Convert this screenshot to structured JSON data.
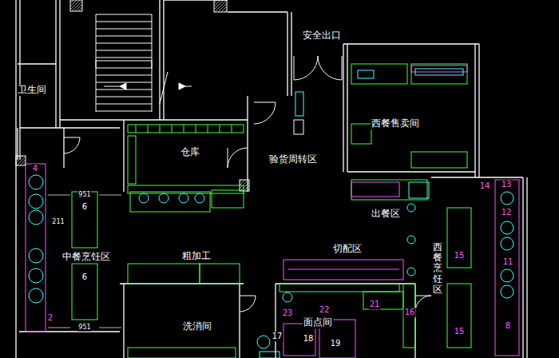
{
  "diagram": {
    "labels": [
      "安全出口",
      "卫生间",
      "仓库",
      "验货周转区",
      "西餐售卖间",
      "出餐区",
      "中餐烹饪区",
      "粗加工",
      "切配区",
      "西餐烹饪区",
      "洗消间",
      "面点间",
      "4",
      "6",
      "951",
      "211",
      "6",
      "2",
      "951",
      "13",
      "12",
      "11",
      "8",
      "15",
      "15",
      "16",
      "21",
      "22",
      "23",
      "17",
      "18",
      "19",
      "14"
    ]
  }
}
